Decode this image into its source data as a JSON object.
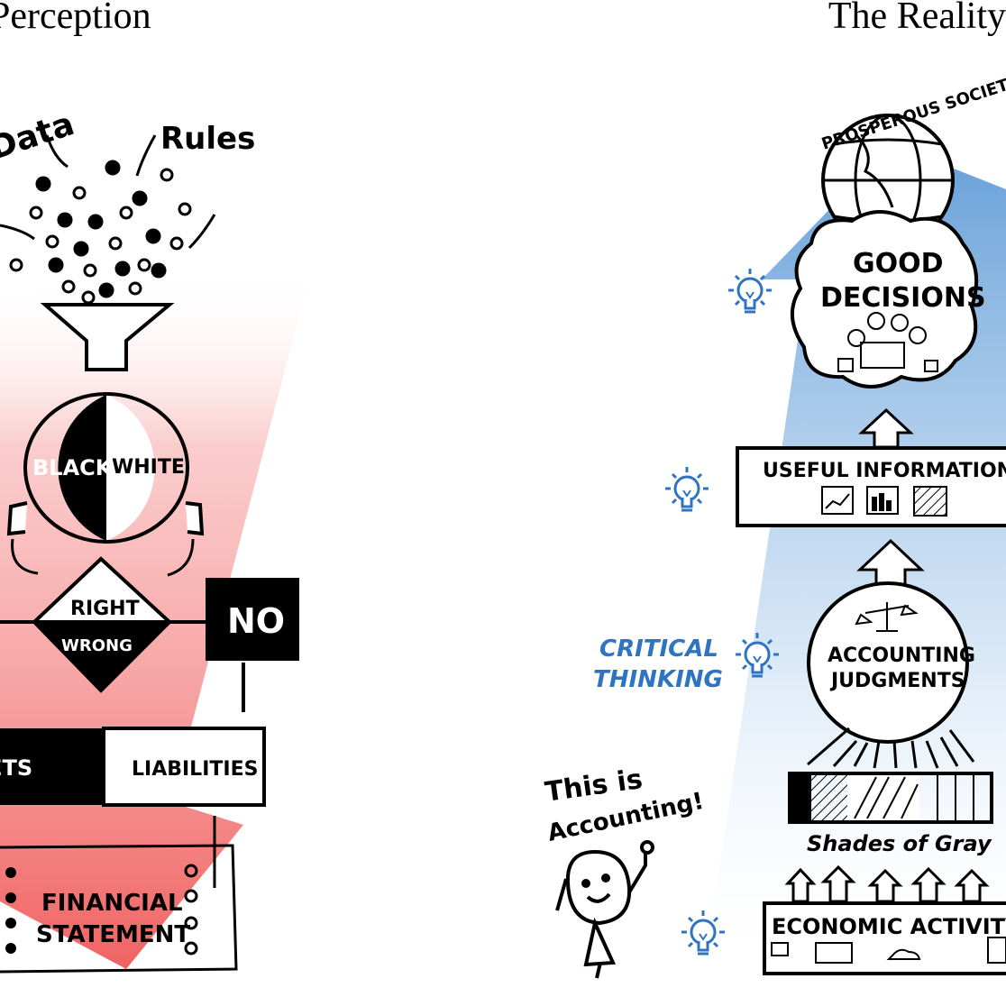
{
  "headings": {
    "left": "Perception",
    "right": "The Reality"
  },
  "perception": {
    "data_label": "Data",
    "rules_label": "Rules",
    "black_label": "BLACK",
    "white_label": "WHITE",
    "right_label": "RIGHT",
    "wrong_label": "WRONG",
    "no_label": "NO",
    "assets_label": "ASSETS",
    "liabilities_label": "LIABILITIES",
    "financial_label": "FINANCIAL",
    "statement_label": "STATEMENT"
  },
  "reality": {
    "prosperous_label": "PROSPEROUS SOCIETY",
    "good_label": "GOOD",
    "decisions_label": "DECISIONS",
    "useful_label": "USEFUL INFORMATION",
    "critical_label": "CRITICAL",
    "thinking_label": "THINKING",
    "accounting_label": "ACCOUNTING",
    "judgments_label": "JUDGMENTS",
    "shades_label": "Shades of Gray",
    "this_is_label": "This is",
    "accounting_exclaim": "Accounting!",
    "economic_label": "ECONOMIC ACTIVITY"
  },
  "colors": {
    "red": "#f05a5a",
    "blue": "#4a8fd0",
    "blue_text": "#2f74c0"
  }
}
